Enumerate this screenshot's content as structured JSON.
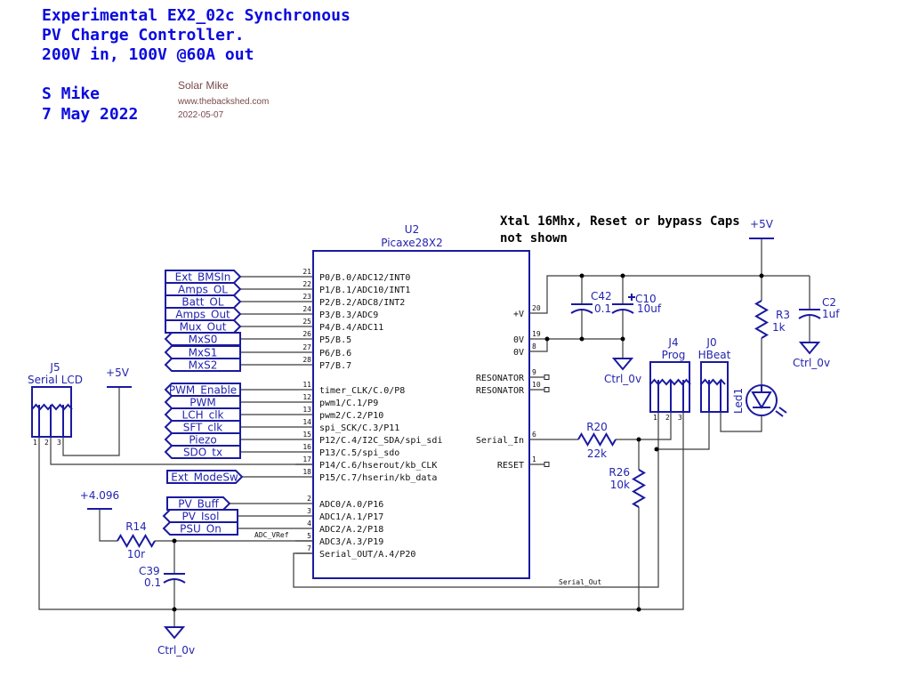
{
  "title": {
    "lines": [
      "Experimental EX2_02c Synchronous",
      "PV Charge Controller.",
      "200V in, 100V @60A out"
    ],
    "author": "S Mike",
    "date": "7 May 2022"
  },
  "watermark": {
    "name": "Solar Mike",
    "site": "www.thebackshed.com",
    "date": "2022-05-07"
  },
  "note": [
    "Xtal 16Mhx, Reset or bypass Caps",
    "not shown"
  ],
  "u2": {
    "ref": "U2",
    "part": "Picaxe28X2",
    "left_pins": [
      {
        "num": "21",
        "label": "P0/B.0/ADC12/INT0"
      },
      {
        "num": "22",
        "label": "P1/B.1/ADC10/INT1"
      },
      {
        "num": "23",
        "label": "P2/B.2/ADC8/INT2"
      },
      {
        "num": "24",
        "label": "P3/B.3/ADC9"
      },
      {
        "num": "25",
        "label": "P4/B.4/ADC11"
      },
      {
        "num": "26",
        "label": "P5/B.5"
      },
      {
        "num": "27",
        "label": "P6/B.6"
      },
      {
        "num": "28",
        "label": "P7/B.7"
      },
      {
        "num": "11",
        "label": "timer_CLK/C.0/P8"
      },
      {
        "num": "12",
        "label": "pwm1/C.1/P9"
      },
      {
        "num": "13",
        "label": "pwm2/C.2/P10"
      },
      {
        "num": "14",
        "label": "spi_SCK/C.3/P11"
      },
      {
        "num": "15",
        "label": "P12/C.4/I2C_SDA/spi_sdi"
      },
      {
        "num": "16",
        "label": "P13/C.5/spi_sdo"
      },
      {
        "num": "17",
        "label": "P14/C.6/hserout/kb_CLK"
      },
      {
        "num": "18",
        "label": "P15/C.7/hserin/kb_data"
      },
      {
        "num": "2",
        "label": "ADC0/A.0/P16"
      },
      {
        "num": "3",
        "label": "ADC1/A.1/P17"
      },
      {
        "num": "4",
        "label": "ADC2/A.2/P18"
      },
      {
        "num": "5",
        "label": "ADC3/A.3/P19"
      },
      {
        "num": "7",
        "label": "Serial_OUT/A.4/P20"
      }
    ],
    "right_pins": [
      {
        "num": "20",
        "label": "+V"
      },
      {
        "num": "19",
        "label": "0V"
      },
      {
        "num": "8",
        "label": "0V"
      },
      {
        "num": "9",
        "label": "RESONATOR"
      },
      {
        "num": "10",
        "label": "RESONATOR"
      },
      {
        "num": "6",
        "label": "Serial_In"
      },
      {
        "num": "1",
        "label": "RESET"
      }
    ]
  },
  "nets": [
    {
      "label": "Ext_BMSIn",
      "dir": "right"
    },
    {
      "label": "Amps_OL",
      "dir": "right"
    },
    {
      "label": "Batt_OL",
      "dir": "right"
    },
    {
      "label": "Amps_Out",
      "dir": "right"
    },
    {
      "label": "Mux_Out",
      "dir": "right"
    },
    {
      "label": "MxS0",
      "dir": "left"
    },
    {
      "label": "MxS1",
      "dir": "left"
    },
    {
      "label": "MxS2",
      "dir": "left"
    },
    {
      "label": "PWM_Enable",
      "dir": "left"
    },
    {
      "label": "PWM",
      "dir": "left"
    },
    {
      "label": "LCH_clk",
      "dir": "left"
    },
    {
      "label": "SFT_clk",
      "dir": "left"
    },
    {
      "label": "Piezo",
      "dir": "left"
    },
    {
      "label": "SDO_tx",
      "dir": "left"
    },
    {
      "label": "Ext_ModeSw",
      "dir": "right"
    },
    {
      "label": "PV_Buff",
      "dir": "right"
    },
    {
      "label": "PV_Isol",
      "dir": "left"
    },
    {
      "label": "PSU_On",
      "dir": "left"
    }
  ],
  "wire_labels": {
    "adc_vref": "ADC_VRef",
    "serial_out": "Serial_Out"
  },
  "components": {
    "c42": {
      "ref": "C42",
      "value": "0.1"
    },
    "c10": {
      "ref": "C10",
      "value": "10uf"
    },
    "c2": {
      "ref": "C2",
      "value": "1uf"
    },
    "r3": {
      "ref": "R3",
      "value": "1k"
    },
    "r20": {
      "ref": "R20",
      "value": "22k"
    },
    "r26": {
      "ref": "R26",
      "value": "10k"
    },
    "r14": {
      "ref": "R14",
      "value": "10r"
    },
    "c39": {
      "ref": "C39",
      "value": "0.1"
    },
    "led1": {
      "ref": "Led1"
    },
    "j4": {
      "ref": "J4",
      "value": "Prog",
      "pins": [
        "1",
        "2",
        "3"
      ]
    },
    "j0": {
      "ref": "J0",
      "value": "HBeat"
    },
    "j5": {
      "ref": "J5",
      "value": "Serial LCD",
      "pins": [
        "1",
        "2",
        "3"
      ]
    }
  },
  "power": {
    "v5_right": "+5V",
    "v5_left": "+5V",
    "vref": "+4.096",
    "gnd": "Ctrl_0v"
  },
  "colors": {
    "title": "#0a0ae0",
    "symbol": "#1a1aa0",
    "wire": "#3a3a3a",
    "watermark": "#7a4848"
  }
}
